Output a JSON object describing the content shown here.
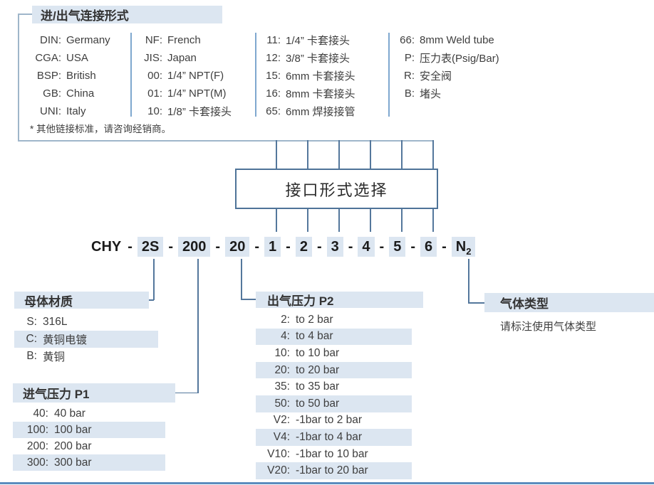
{
  "colors": {
    "highlight": "#dce6f1",
    "connector_line": "#54779c",
    "frame_line": "#9fb6ca",
    "separator_line": "#7fa8cf",
    "bottom_rule": "#5b8cbe"
  },
  "connection_section": {
    "title": "进/出气连接形式",
    "footnote": "* 其他链接标准，请咨询经销商。",
    "columns": [
      {
        "items": [
          {
            "key": "DIN:",
            "value": "Germany"
          },
          {
            "key": "CGA:",
            "value": "USA"
          },
          {
            "key": "BSP:",
            "value": "British"
          },
          {
            "key": "GB:",
            "value": "China"
          },
          {
            "key": "UNI:",
            "value": "Italy"
          }
        ]
      },
      {
        "items": [
          {
            "key": "NF:",
            "value": "French"
          },
          {
            "key": "JIS:",
            "value": "Japan"
          },
          {
            "key": "00:",
            "value": "1/4” NPT(F)"
          },
          {
            "key": "01:",
            "value": "1/4” NPT(M)"
          },
          {
            "key": "10:",
            "value": "1/8” 卡套接头"
          }
        ]
      },
      {
        "items": [
          {
            "key": "11:",
            "value": "1/4” 卡套接头"
          },
          {
            "key": "12:",
            "value": "3/8” 卡套接头"
          },
          {
            "key": "15:",
            "value": "6mm 卡套接头"
          },
          {
            "key": "16:",
            "value": "8mm 卡套接头"
          },
          {
            "key": "65:",
            "value": "6mm 焊接接管"
          }
        ]
      },
      {
        "items": [
          {
            "key": "66:",
            "value": "8mm Weld tube"
          },
          {
            "key": "P:",
            "value": "压力表(Psig/Bar)"
          },
          {
            "key": "R:",
            "value": "安全阀"
          },
          {
            "key": "B:",
            "value": "堵头"
          }
        ]
      }
    ]
  },
  "interface_box": {
    "label": "接口形式选择"
  },
  "model_code": {
    "value": "CHY-2S-200-20-1-2-3-4-5-6-N2",
    "tokens": [
      {
        "text": "CHY"
      },
      {
        "text": "-"
      },
      {
        "text": "2S",
        "hl": true
      },
      {
        "text": "-"
      },
      {
        "text": "200",
        "hl": true
      },
      {
        "text": "-"
      },
      {
        "text": "20",
        "hl": true
      },
      {
        "text": "-"
      },
      {
        "text": "1",
        "hl": true
      },
      {
        "text": "-"
      },
      {
        "text": "2",
        "hl": true
      },
      {
        "text": "-"
      },
      {
        "text": "3",
        "hl": true
      },
      {
        "text": "-"
      },
      {
        "text": "4",
        "hl": true
      },
      {
        "text": "-"
      },
      {
        "text": "5",
        "hl": true
      },
      {
        "text": "-"
      },
      {
        "text": "6",
        "hl": true
      },
      {
        "text": "-"
      },
      {
        "text": "N",
        "sub": "2",
        "hl": true
      }
    ]
  },
  "material_section": {
    "title": "母体材质",
    "items": [
      {
        "key": "S:",
        "value": "316L"
      },
      {
        "key": "C:",
        "value": "黄铜电镀",
        "hl": true
      },
      {
        "key": "B:",
        "value": "黄铜"
      }
    ]
  },
  "p1_section": {
    "title": "进气压力 P1",
    "items": [
      {
        "key": "40:",
        "value": "40 bar"
      },
      {
        "key": "100:",
        "value": "100 bar",
        "hl": true
      },
      {
        "key": "200:",
        "value": "200 bar"
      },
      {
        "key": "300:",
        "value": "300 bar",
        "hl": true
      }
    ]
  },
  "p2_section": {
    "title": "出气压力 P2",
    "items": [
      {
        "key": "2:",
        "value": "to 2 bar"
      },
      {
        "key": "4:",
        "value": "to 4 bar",
        "hl": true
      },
      {
        "key": "10:",
        "value": "to 10 bar"
      },
      {
        "key": "20:",
        "value": "to 20 bar",
        "hl": true
      },
      {
        "key": "35:",
        "value": "to 35 bar"
      },
      {
        "key": "50:",
        "value": "to 50 bar",
        "hl": true
      },
      {
        "key": "V2:",
        "value": "-1bar to 2 bar"
      },
      {
        "key": "V4:",
        "value": "-1bar to 4 bar",
        "hl": true
      },
      {
        "key": "V10:",
        "value": "-1bar to 10 bar"
      },
      {
        "key": "V20:",
        "value": "-1bar to 20 bar",
        "hl": true
      }
    ]
  },
  "gas_section": {
    "title": "气体类型",
    "note": "请标注使用气体类型"
  }
}
